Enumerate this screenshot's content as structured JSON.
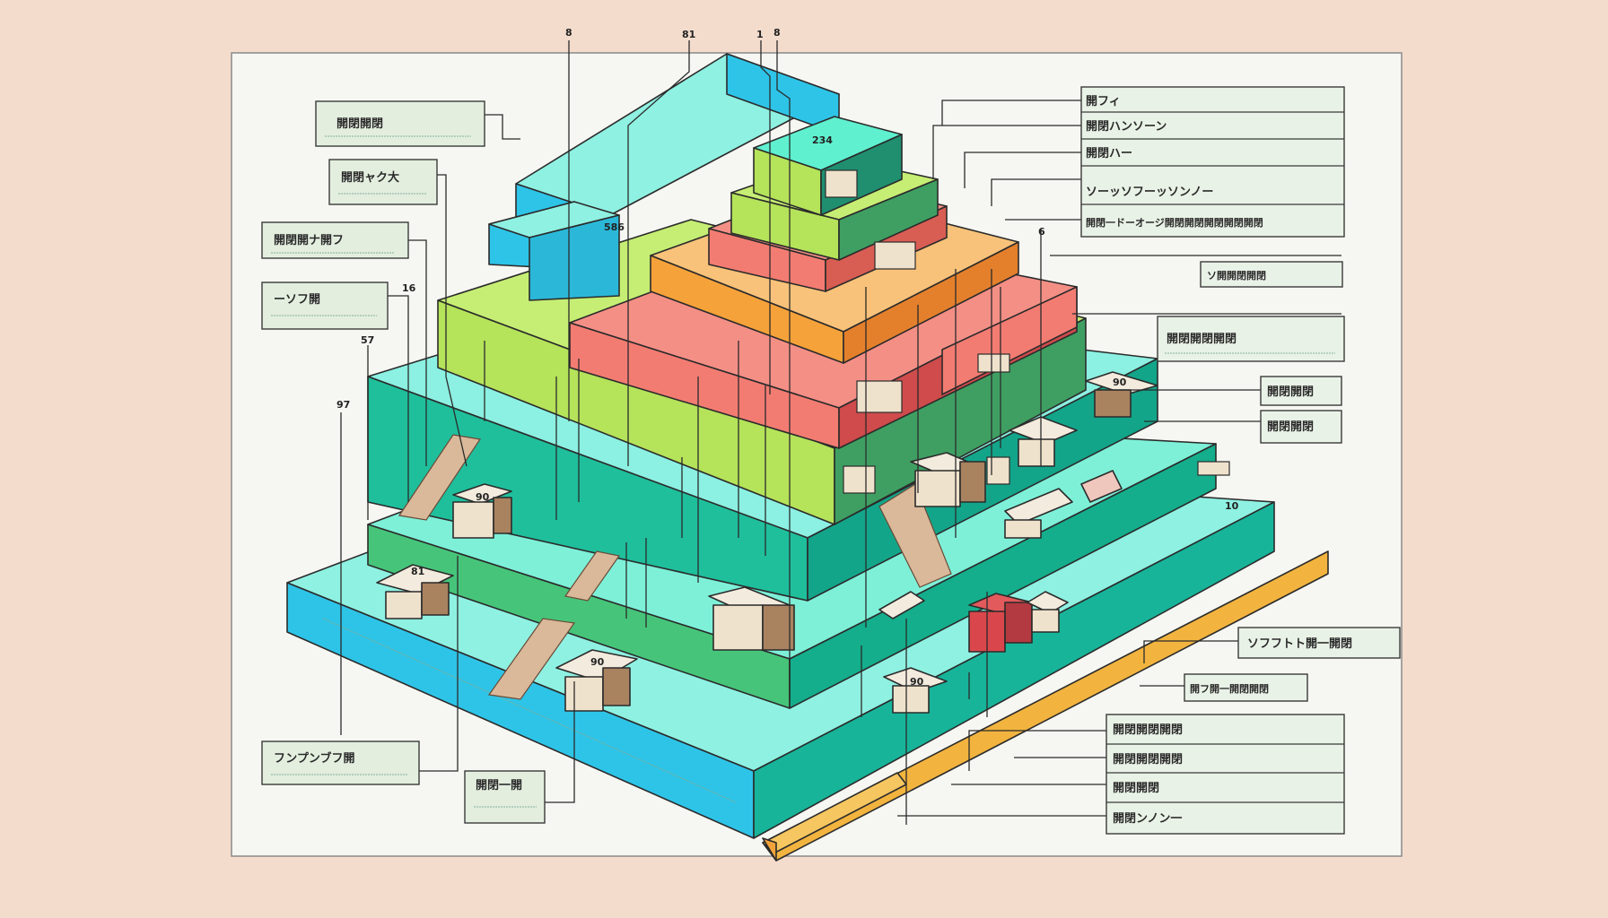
{
  "colors": {
    "background": "#f4dccd",
    "sheet": "#f6f6f2",
    "cyan": "#2ec4e8",
    "aqua": "#8ff1e2",
    "teal": "#1fbf9c",
    "green": "#46c57a",
    "lime": "#b5e35a",
    "salmon": "#f37c72",
    "orange": "#f6a23a",
    "yellow": "#f2b43f",
    "mint": "#5ff0cf",
    "house": "#f3ebdd",
    "red_house": "#d9474c"
  },
  "left_labels": [
    {
      "text": "開閉開閉"
    },
    {
      "text": "開閉ャク大"
    },
    {
      "text": "開閉開ナ開フ"
    },
    {
      "text": "ーソフ開"
    },
    {
      "text": "フンプンブフ開"
    },
    {
      "text": "開閉一開"
    }
  ],
  "right_table_top": {
    "rows": [
      {
        "text": "開フィ"
      },
      {
        "text": "開閉ハンソーン"
      },
      {
        "text": "開閉ハー"
      },
      {
        "text": "ソーッソフーッソンノー"
      },
      {
        "text": "開閉一ドーオージ開閉開閉開閉開閉開閉"
      }
    ]
  },
  "right_labels": [
    {
      "text": "ソ開開閉開閉"
    },
    {
      "text": "開閉開閉開閉"
    },
    {
      "text": "開閉開閉"
    },
    {
      "text": "開閉開閉"
    },
    {
      "text": "ソフフトト開一開閉"
    },
    {
      "text": "開フ開一開閉開閉"
    }
  ],
  "right_table_bottom": {
    "rows": [
      {
        "text": "開閉開閉開閉"
      },
      {
        "text": "開閉開閉開閉"
      },
      {
        "text": "開閉開閉"
      },
      {
        "text": "開閉ンノン一"
      }
    ]
  },
  "top_numbers": [
    {
      "text": "8"
    },
    {
      "text": "81"
    },
    {
      "text": "1"
    },
    {
      "text": "8"
    }
  ],
  "block_numbers": [
    {
      "text": "234"
    },
    {
      "text": "586"
    },
    {
      "text": "16"
    },
    {
      "text": "57"
    },
    {
      "text": "97"
    },
    {
      "text": "6"
    },
    {
      "text": "90"
    },
    {
      "text": "81"
    },
    {
      "text": "90"
    },
    {
      "text": "90"
    },
    {
      "text": "90"
    },
    {
      "text": "10"
    }
  ]
}
